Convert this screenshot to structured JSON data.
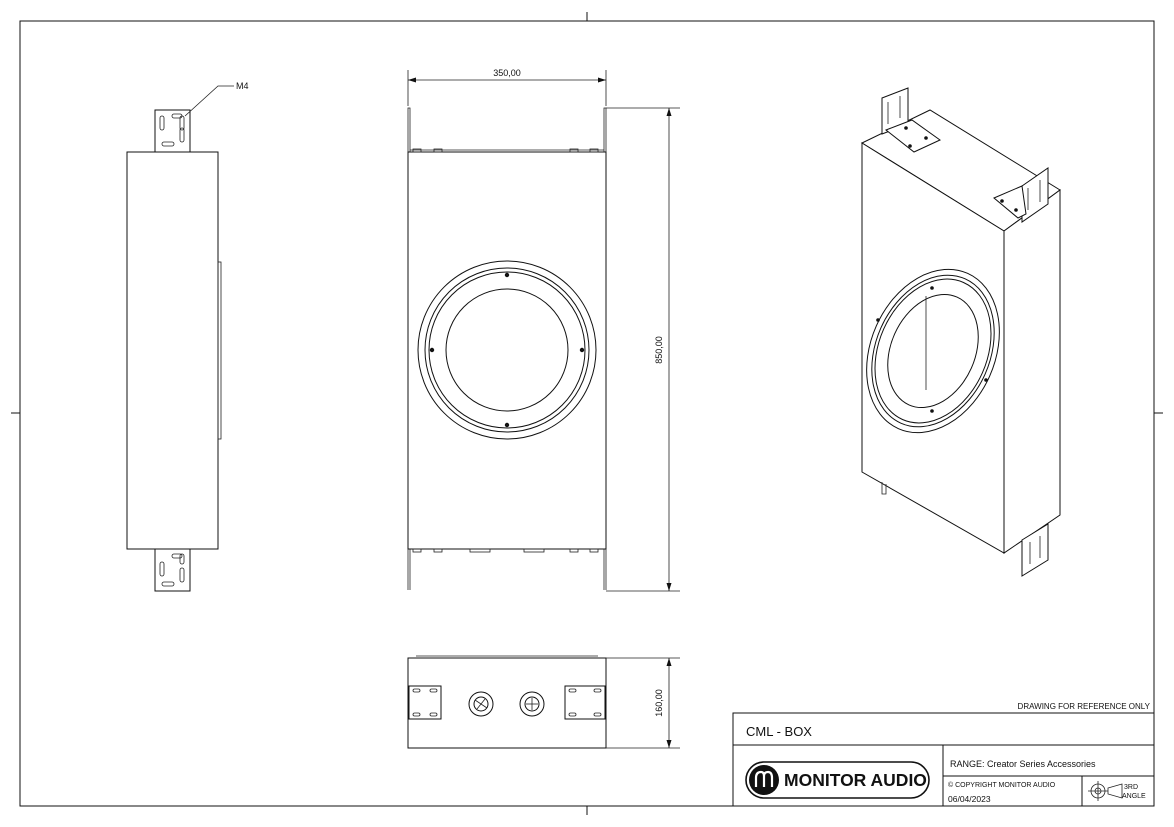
{
  "dimensions": {
    "width_label": "350,00",
    "height_label": "850,00",
    "depth_label": "160,00",
    "screw_callout": "M4"
  },
  "title_block": {
    "note": "DRAWING FOR REFERENCE ONLY",
    "title": "CML - BOX",
    "brand": "MONITOR AUDIO",
    "range": "RANGE: Creator Series Accessories",
    "copyright": "© COPYRIGHT MONITOR AUDIO",
    "date": "06/04/2023",
    "projection_line1": "3RD",
    "projection_line2": "ANGLE"
  }
}
